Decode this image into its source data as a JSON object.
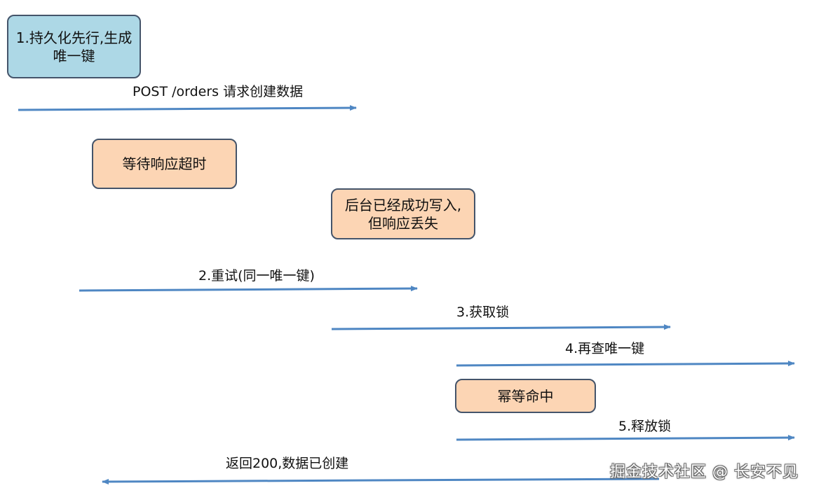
{
  "steps": {
    "persist": "1.持久化先行,生成唯一键",
    "wait_timeout": "等待响应超时",
    "backend_written": "后台已经成功写入,但响应丢失",
    "idempotent_hit": "幂等命中"
  },
  "arrows": {
    "post": "POST /orders 请求创建数据",
    "retry": "2.重试(同一唯一键)",
    "acquire_lock": "3.获取锁",
    "recheck_key": "4.再查唯一键",
    "release_lock": "5.释放锁",
    "return_200": "返回200,数据已创建"
  },
  "watermark": "掘金技术社区 @ 长安不见",
  "colors": {
    "arrow": "#4f87c3",
    "box_blue": "#add8e6",
    "box_orange": "#fcd5b4",
    "box_border": "#44546a"
  }
}
